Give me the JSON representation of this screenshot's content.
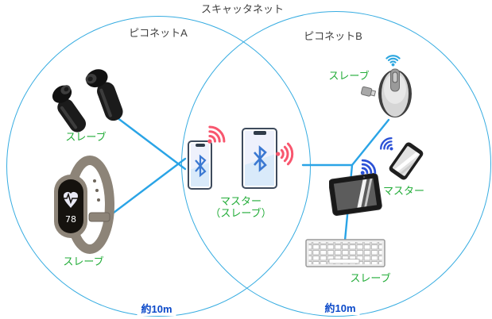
{
  "title": "スキャッタネット",
  "piconet_a": {
    "label": "ピコネットA",
    "range": "約10m",
    "earbuds_label": "スレーブ",
    "band_label": "スレーブ",
    "band_screen_value": "78"
  },
  "center": {
    "master_label": "マスター",
    "master_sub_label": "（スレーブ）"
  },
  "piconet_b": {
    "label": "ピコネットB",
    "range": "約10m",
    "mouse_label": "スレーブ",
    "tablet_label": "マスター",
    "keyboard_label": "スレーブ"
  },
  "colors": {
    "circle_stroke": "#36ace1",
    "connection_line": "#2aa4e6",
    "label_green": "#22ac38",
    "range_blue": "#0b49c9",
    "wifi_red": "#f8566e",
    "wifi_royal_blue": "#2b51d6",
    "wifi_light_blue": "#2ea7e0",
    "bluetooth_blue": "#3a78d2"
  },
  "icons": {
    "wifi": "wifi-signal-arcs",
    "bluetooth": "bluetooth-rune"
  }
}
